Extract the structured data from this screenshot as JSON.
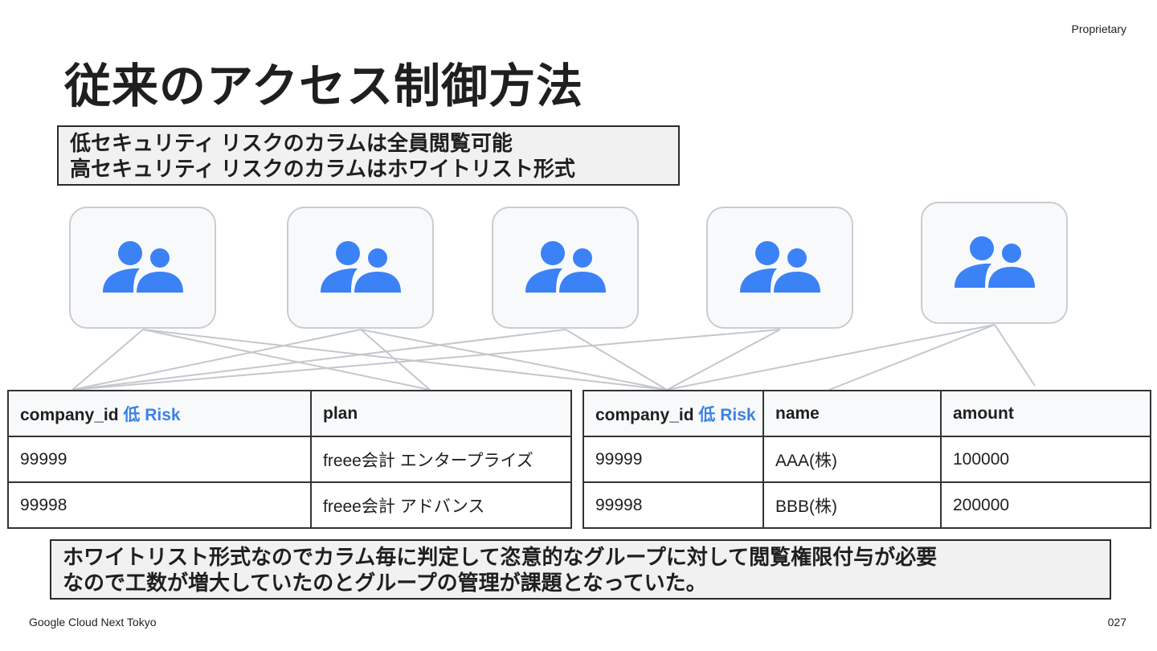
{
  "header": {
    "proprietary": "Proprietary"
  },
  "slide": {
    "title": "従来のアクセス制御方法"
  },
  "callout_top": {
    "line1": "低セキュリティ リスクのカラムは全員閲覧可能",
    "line2": "高セキュリティ リスクのカラムはホワイトリスト形式"
  },
  "groups": [
    {
      "icon": "group-icon"
    },
    {
      "icon": "group-icon"
    },
    {
      "icon": "group-icon"
    },
    {
      "icon": "group-icon"
    },
    {
      "icon": "group-icon"
    }
  ],
  "colors": {
    "accent": "#3b82e4",
    "line": "#c4c7cc",
    "border": "#333333"
  },
  "table_left": {
    "headers": [
      "company_id",
      "plan"
    ],
    "risk_tag": "低 Risk",
    "rows": [
      [
        "99999",
        "freee会計 エンタープライズ"
      ],
      [
        "99998",
        "freee会計 アドバンス"
      ]
    ]
  },
  "table_right": {
    "headers": [
      "company_id",
      "name",
      "amount"
    ],
    "risk_tag": "低 Risk",
    "rows": [
      [
        "99999",
        "AAA(株)",
        "100000"
      ],
      [
        "99998",
        "BBB(株)",
        "200000"
      ]
    ]
  },
  "callout_bottom": {
    "line1": "ホワイトリスト形式なのでカラム毎に判定して恣意的なグループに対して閲覧権限付与が必要",
    "line2": "なので工数が増大していたのとグループの管理が課題となっていた。"
  },
  "footer": {
    "event": "Google Cloud Next Tokyo",
    "page": "027"
  }
}
